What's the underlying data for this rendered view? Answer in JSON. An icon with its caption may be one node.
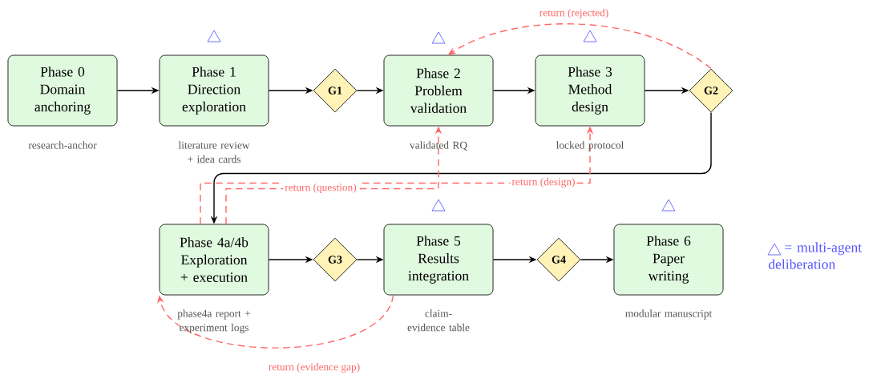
{
  "diagram": {
    "nodes": [
      {
        "text": [
          "Phase 0",
          "Domain anchoring"
        ],
        "beside": [
          "research-anchor"
        ]
      },
      {
        "text": [
          "Phase 1",
          "Direction exploration"
        ],
        "beside": [
          "literature review + idea cards"
        ]
      },
      {
        "text": [
          "G1"
        ]
      },
      {
        "text": [
          "Phase 2",
          "Problem validation"
        ],
        "beside": [
          "validated RQ"
        ]
      },
      {
        "text": [
          "Phase 3",
          "Method design"
        ],
        "beside": [
          "locked protocol"
        ]
      },
      {
        "text": [
          "G2"
        ]
      },
      {
        "text": [
          "Phase 4a/4b",
          "Exploration + execution"
        ],
        "beside": [
          "phase4a report + experiment logs"
        ]
      },
      {
        "text": [
          "G3"
        ]
      },
      {
        "text": [
          "Phase 5",
          "Results integration"
        ],
        "beside": [
          "claim-evidence table"
        ]
      },
      {
        "text": [
          "G4"
        ]
      },
      {
        "text": [
          "Phase 6",
          "Paper writing"
        ],
        "beside": [
          "modular manuscript"
        ]
      }
    ],
    "edges": [
      {
        "from": 0,
        "to": 1,
        "arrow": "to"
      },
      {
        "from": 1,
        "to": 2,
        "arrow": "to"
      },
      {
        "from": 2,
        "to": 3,
        "arrow": "to"
      },
      {
        "from": 3,
        "to": 4,
        "arrow": "to"
      },
      {
        "from": 4,
        "to": 5,
        "arrow": "to"
      },
      {
        "from": 5,
        "to": 6,
        "arrow": "to"
      },
      {
        "from": 6,
        "to": 7,
        "arrow": "to"
      },
      {
        "from": 7,
        "to": 8,
        "arrow": "to"
      },
      {
        "from": 8,
        "to": 9,
        "arrow": "to"
      },
      {
        "from": 9,
        "to": 10,
        "arrow": "to"
      },
      {
        "from": 5,
        "to": 3,
        "arrow": "to",
        "label": "return (rejected)",
        "style": "dashed",
        "color": "#ff6666"
      },
      {
        "from": 6,
        "to": 3,
        "arrow": "to",
        "label": "return (question)",
        "style": "dashed",
        "color": "#ff6666"
      },
      {
        "from": 6,
        "to": 4,
        "arrow": "to",
        "label": "return (design)",
        "style": "dashed",
        "color": "#ff6666"
      },
      {
        "from": 8,
        "to": 6,
        "arrow": "to",
        "label": "return (evidence gap)",
        "style": "dashed",
        "color": "#ff6666"
      }
    ],
    "legend": [
      {
        "text": "= multi-agent deliberation"
      }
    ]
  }
}
